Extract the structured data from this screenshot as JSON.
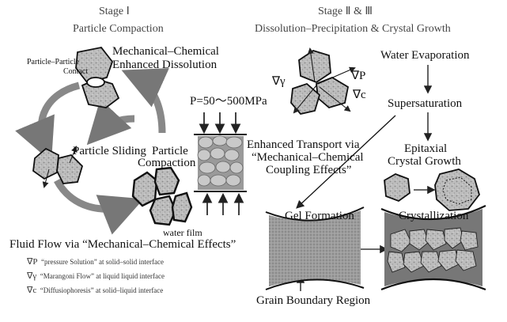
{
  "stage1": {
    "title": "Stage Ⅰ",
    "subtitle": "Particle Compaction"
  },
  "stage23": {
    "title": "Stage Ⅱ & Ⅲ",
    "subtitle": "Dissolution–Precipitation & Crystal Growth"
  },
  "labels": {
    "mech_chem_1": "Mechanical–Chemical",
    "mech_chem_2": "Enhanced Dissolution",
    "pp_contact_1": "Particle–Particle",
    "pp_contact_2": "Contact",
    "particle_sliding": "Particle Sliding",
    "particle_compaction_1": "Particle",
    "particle_compaction_2": "Compaction",
    "pressure": "P=50～500MPa",
    "enhanced_1": "Enhanced Transport via",
    "enhanced_2": "“Mechanical–Chemical",
    "enhanced_3": "Coupling Effects”",
    "grad_gamma": "∇γ",
    "grad_p": "∇P",
    "grad_c": "∇c",
    "water_evap": "Water Evaporation",
    "supersat": "Supersaturation",
    "epitaxial_1": "Epitaxial",
    "epitaxial_2": "Crystal Growth",
    "gel": "Gel Formation",
    "crystallization": "Crystallization",
    "grain_boundary": "Grain Boundary Region",
    "water_film": "water film",
    "fluid_flow": "Fluid Flow via “Mechanical–Chemical Effects”"
  },
  "legend": [
    {
      "sym": "∇P",
      "text": "“pressure Solution” at solid–solid interface"
    },
    {
      "sym": "∇γ",
      "text": "“Marangoni Flow” at liquid liquid interface"
    },
    {
      "sym": "∇c",
      "text": "“Diffusiophoresis” at solid–liquid interface"
    }
  ]
}
